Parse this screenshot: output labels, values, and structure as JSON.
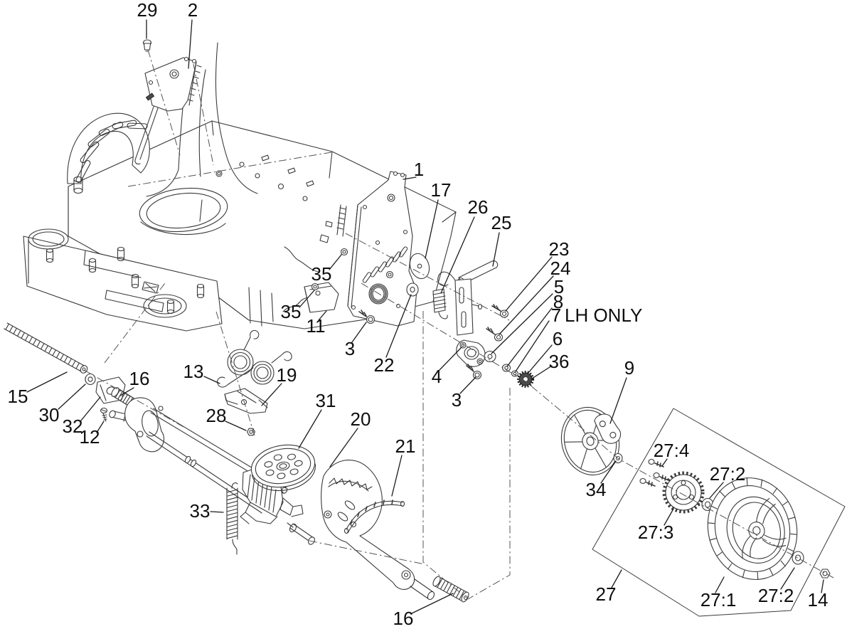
{
  "figure": {
    "type": "exploded-parts-diagram",
    "background_color": "#ffffff",
    "line_color": "#3a3a3a",
    "label_color": "#0e0e0e",
    "annotations": {
      "lh_only": "LH ONLY"
    },
    "callouts": {
      "c29": "29",
      "c2": "2",
      "c1": "1",
      "c17": "17",
      "c26": "26",
      "c25": "25",
      "c23": "23",
      "c24": "24",
      "c5": "5",
      "c8": "8",
      "c7": "7",
      "c6": "6",
      "c36": "36",
      "c9": "9",
      "c35a": "35",
      "c35b": "35",
      "c11": "11",
      "c3a": "3",
      "c22": "22",
      "c4": "4",
      "c3b": "3",
      "c15": "15",
      "c30": "30",
      "c16a": "16",
      "c32": "32",
      "c12": "12",
      "c13": "13",
      "c19": "19",
      "c28": "28",
      "c31": "31",
      "c20": "20",
      "c21": "21",
      "c33": "33",
      "c16b": "16",
      "c34": "34",
      "c27_4": "27:4",
      "c27_2a": "27:2",
      "c27_3": "27:3",
      "c27": "27",
      "c27_1": "27:1",
      "c27_2b": "27:2",
      "c14": "14"
    }
  }
}
